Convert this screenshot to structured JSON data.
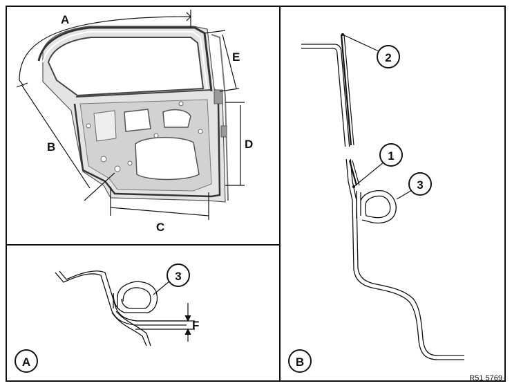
{
  "figure": {
    "labels": {
      "dim_a": "A",
      "dim_b": "B",
      "dim_c": "C",
      "dim_d": "D",
      "dim_e": "E",
      "dim_f": "F",
      "panel_a": "A",
      "panel_b": "B",
      "callout_1": "1",
      "callout_2": "2",
      "callout_3": "3",
      "callout_3_detail": "3"
    },
    "reference": "R51 5769",
    "colors": {
      "ink": "#111111",
      "door_fill": "#e6e6e6",
      "door_mid": "#cfcfcf",
      "door_dark": "#9a9a9a"
    }
  }
}
